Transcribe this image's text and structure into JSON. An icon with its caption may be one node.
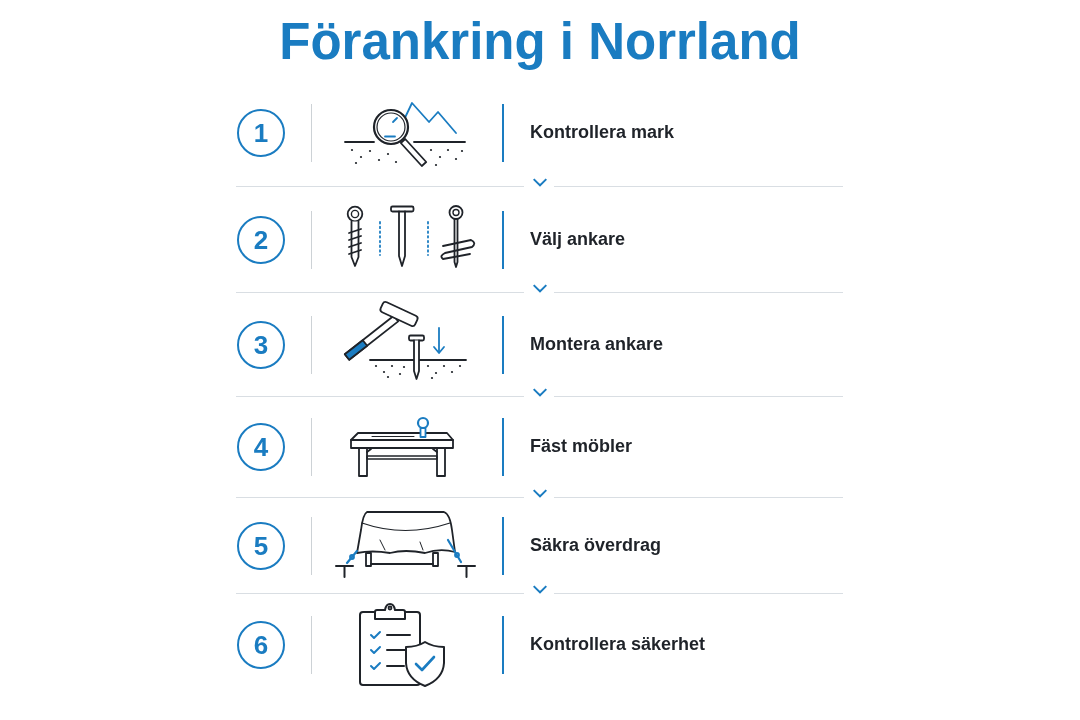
{
  "diagram": {
    "title": "Förankring i Norrland",
    "nodes": [
      {
        "text": [
          "1",
          "Kontrollera mark"
        ]
      },
      {
        "text": [
          "2",
          "Välj ankare"
        ]
      },
      {
        "text": [
          "3",
          "Montera ankare"
        ]
      },
      {
        "text": [
          "4",
          "Fäst möbler"
        ]
      },
      {
        "text": [
          "5",
          "Säkra överdrag"
        ]
      },
      {
        "text": [
          "6",
          "Kontrollera säkerhet"
        ]
      }
    ],
    "edges": [
      {
        "from": 0,
        "to": 1,
        "arrow": "to"
      },
      {
        "from": 1,
        "to": 2,
        "arrow": "to"
      },
      {
        "from": 2,
        "to": 3,
        "arrow": "to"
      },
      {
        "from": 3,
        "to": 4,
        "arrow": "to"
      },
      {
        "from": 4,
        "to": 5,
        "arrow": "to"
      }
    ]
  }
}
